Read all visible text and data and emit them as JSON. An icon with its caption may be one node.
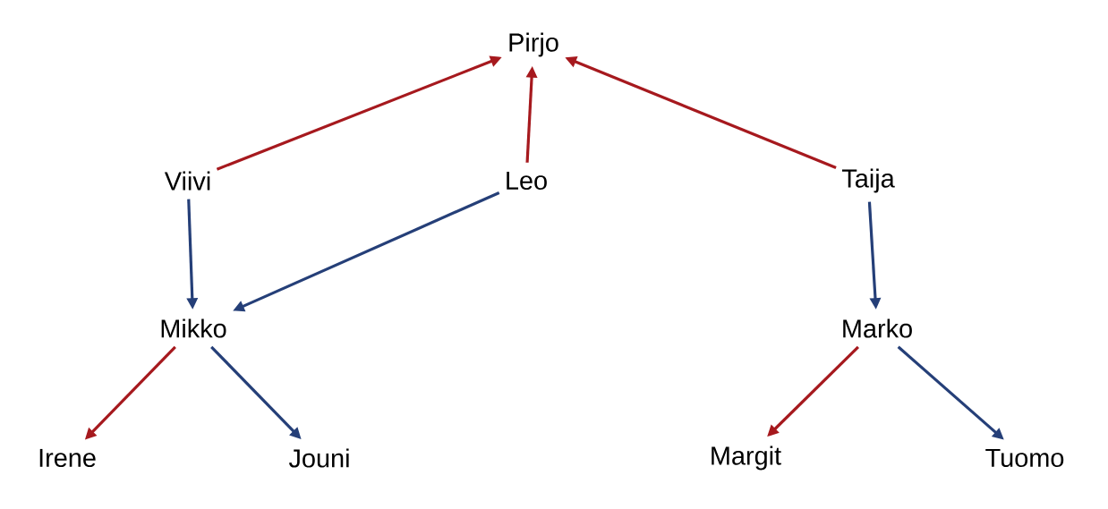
{
  "diagram": {
    "nodes": [
      {
        "text": [
          "Pirjo"
        ]
      },
      {
        "text": [
          "Viivi"
        ]
      },
      {
        "text": [
          "Leo"
        ]
      },
      {
        "text": [
          "Taija"
        ]
      },
      {
        "text": [
          "Mikko"
        ]
      },
      {
        "text": [
          "Marko"
        ]
      },
      {
        "text": [
          "Irene"
        ]
      },
      {
        "text": [
          "Jouni"
        ]
      },
      {
        "text": [
          "Margit"
        ]
      },
      {
        "text": [
          "Tuomo"
        ]
      }
    ],
    "edges": [
      {
        "from": 1,
        "to": 0,
        "arrow": "to",
        "color": "#a6191e"
      },
      {
        "from": 2,
        "to": 0,
        "arrow": "to",
        "color": "#a6191e"
      },
      {
        "from": 3,
        "to": 0,
        "arrow": "to",
        "color": "#a6191e"
      },
      {
        "from": 1,
        "to": 4,
        "arrow": "to",
        "color": "#253f78"
      },
      {
        "from": 2,
        "to": 4,
        "arrow": "to",
        "color": "#253f78"
      },
      {
        "from": 3,
        "to": 5,
        "arrow": "to",
        "color": "#253f78"
      },
      {
        "from": 4,
        "to": 6,
        "arrow": "to",
        "color": "#a6191e"
      },
      {
        "from": 4,
        "to": 7,
        "arrow": "to",
        "color": "#253f78"
      },
      {
        "from": 5,
        "to": 8,
        "arrow": "to",
        "color": "#a6191e"
      },
      {
        "from": 5,
        "to": 9,
        "arrow": "to",
        "color": "#253f78"
      }
    ]
  }
}
